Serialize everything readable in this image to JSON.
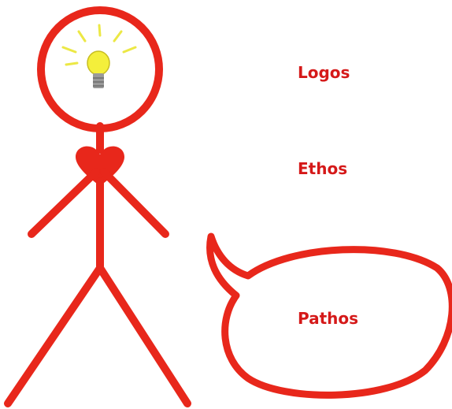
{
  "labels": {
    "logos": "Logos",
    "ethos": "Ethos",
    "pathos": "Pathos"
  },
  "colors": {
    "stroke": "#e8271b",
    "text": "#d51919",
    "bulb": "#f4ef3b",
    "bulb_outline": "#c8bd20",
    "rays": "#ece845",
    "base": "#9a9a9a"
  },
  "icons": {
    "head": "head-circle",
    "lightbulb": "lightbulb-icon",
    "heart": "heart-icon",
    "speech_bubble": "speech-bubble"
  }
}
